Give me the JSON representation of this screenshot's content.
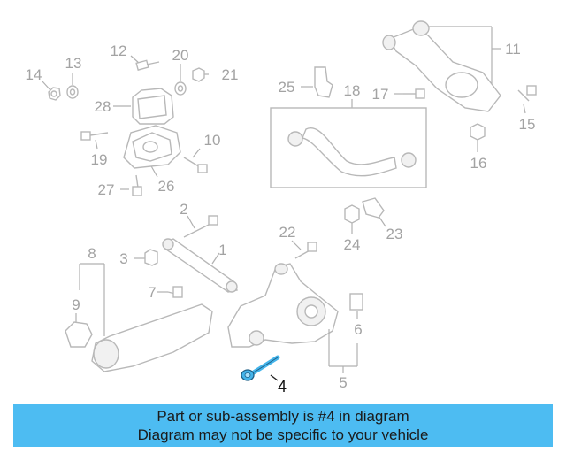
{
  "highlight_color": "#44b4ea",
  "banner_color": "#4dbcf2",
  "callouts": {
    "c1": "1",
    "c2": "2",
    "c3": "3",
    "c4": "4",
    "c5": "5",
    "c6": "6",
    "c7": "7",
    "c8": "8",
    "c9": "9",
    "c10": "10",
    "c11": "11",
    "c12": "12",
    "c13": "13",
    "c14": "14",
    "c15": "15",
    "c16": "16",
    "c17": "17",
    "c18": "18",
    "c19": "19",
    "c20": "20",
    "c21": "21",
    "c22": "22",
    "c23": "23",
    "c24": "24",
    "c25": "25",
    "c26": "26",
    "c27": "27",
    "c28": "28"
  },
  "banner": {
    "line1": "Part or sub-assembly is #4 in diagram",
    "line2": "Diagram may not be specific to your vehicle"
  }
}
